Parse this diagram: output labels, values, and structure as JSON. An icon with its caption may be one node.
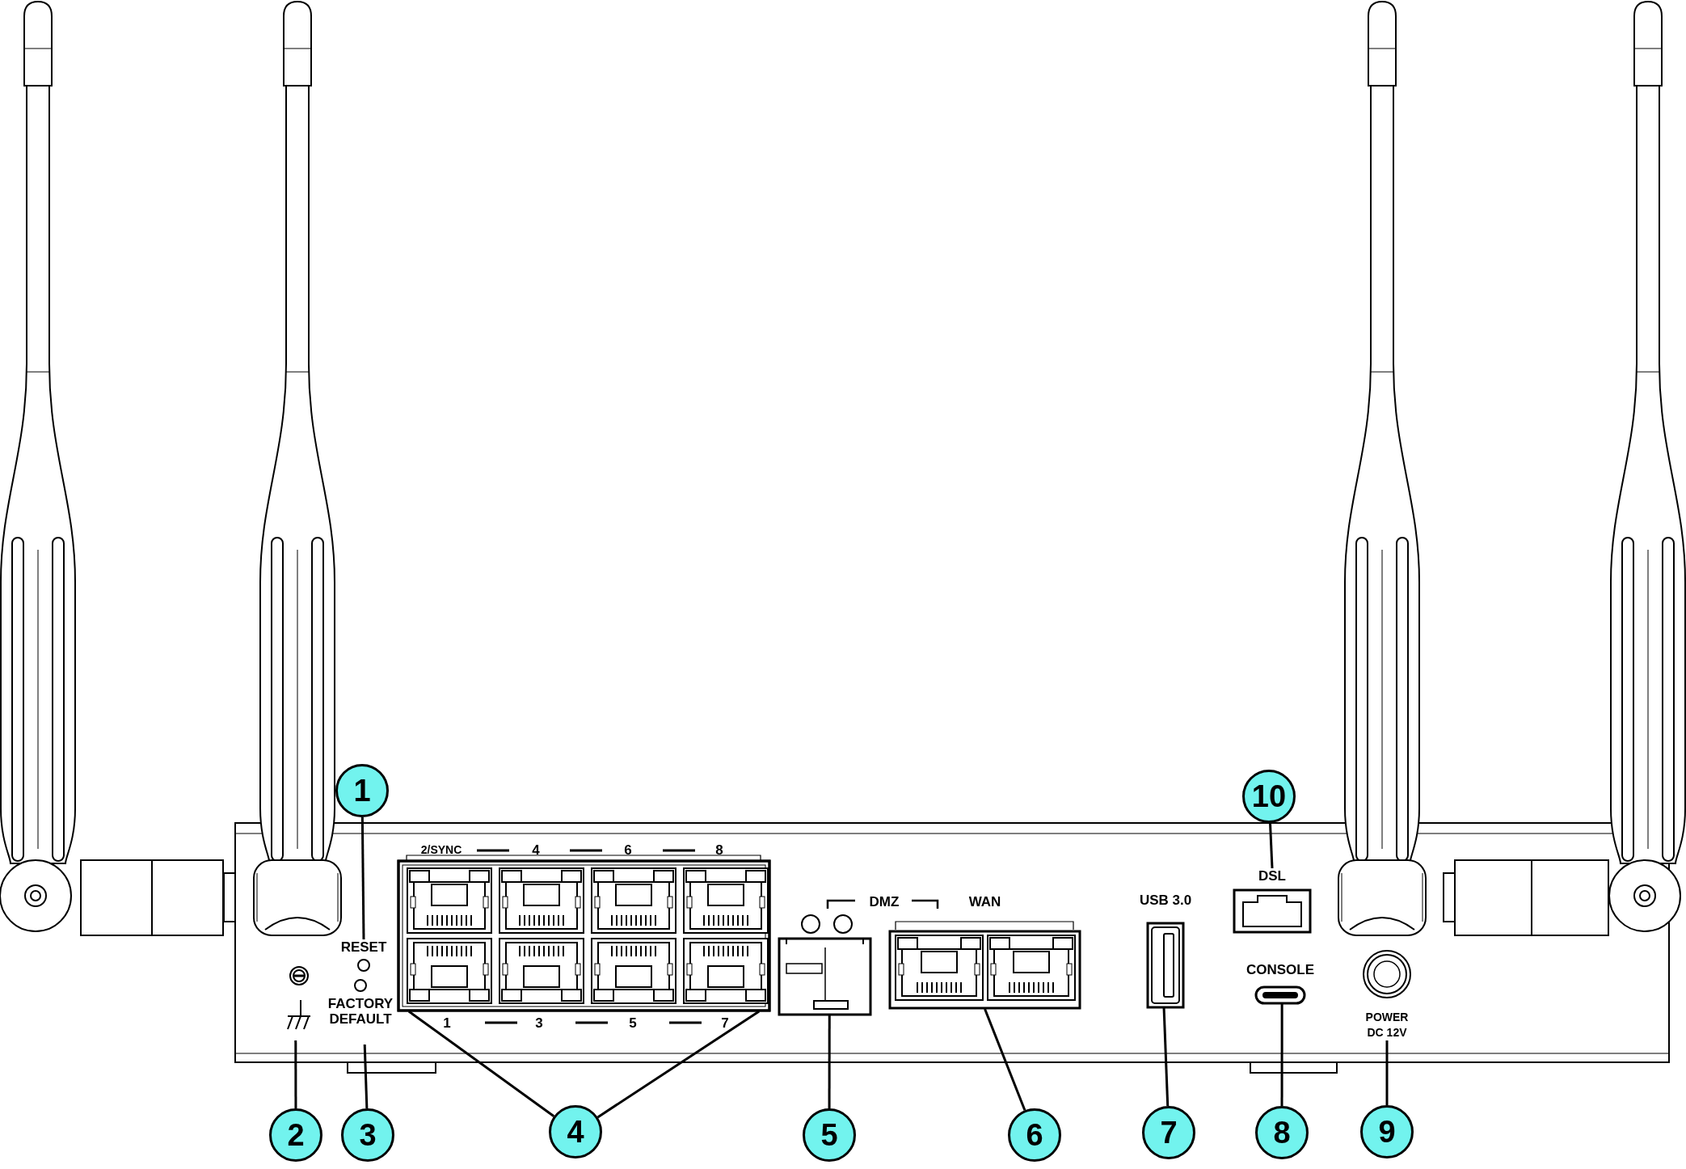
{
  "diagram": {
    "nodes": [
      {
        "text": [
          "1"
        ]
      },
      {
        "text": [
          "2"
        ]
      },
      {
        "text": [
          "3"
        ]
      },
      {
        "text": [
          "4"
        ]
      },
      {
        "text": [
          "5"
        ]
      },
      {
        "text": [
          "6"
        ]
      },
      {
        "text": [
          "7"
        ]
      },
      {
        "text": [
          "8"
        ]
      },
      {
        "text": [
          "9"
        ]
      },
      {
        "text": [
          "10"
        ]
      },
      {
        "text": [
          "RESET"
        ]
      },
      {
        "text": [],
        "shape": "picture"
      },
      {
        "text": [
          "FACTORY DEFAULT"
        ]
      },
      {
        "text": [],
        "shape": "box"
      },
      {
        "text": [],
        "shape": "box"
      },
      {
        "text": [
          "WAN"
        ]
      },
      {
        "text": [
          "USB 3.0"
        ]
      },
      {
        "text": [
          "CONSOLE"
        ]
      },
      {
        "text": [
          "POWER DC 12V"
        ]
      },
      {
        "text": [
          "DSL"
        ]
      }
    ],
    "edges": [
      {
        "from": 0,
        "to": 10,
        "arrow": "none"
      },
      {
        "from": 1,
        "to": 11,
        "arrow": "none"
      },
      {
        "from": 2,
        "to": 12,
        "arrow": "none"
      },
      {
        "from": 3,
        "to": 13,
        "arrow": "none"
      },
      {
        "from": 3,
        "to": 13,
        "arrow": "none"
      },
      {
        "from": 4,
        "to": 14,
        "arrow": "none"
      },
      {
        "from": 5,
        "to": 15,
        "arrow": "none"
      },
      {
        "from": 6,
        "to": 16,
        "arrow": "none"
      },
      {
        "from": 7,
        "to": 17,
        "arrow": "none"
      },
      {
        "from": 8,
        "to": 18,
        "arrow": "none"
      },
      {
        "from": 9,
        "to": 19,
        "arrow": "none"
      }
    ],
    "labels": [
      "2/SYNC",
      "4",
      "6",
      "8",
      "1",
      "3",
      "5",
      "7",
      "DMZ"
    ]
  }
}
